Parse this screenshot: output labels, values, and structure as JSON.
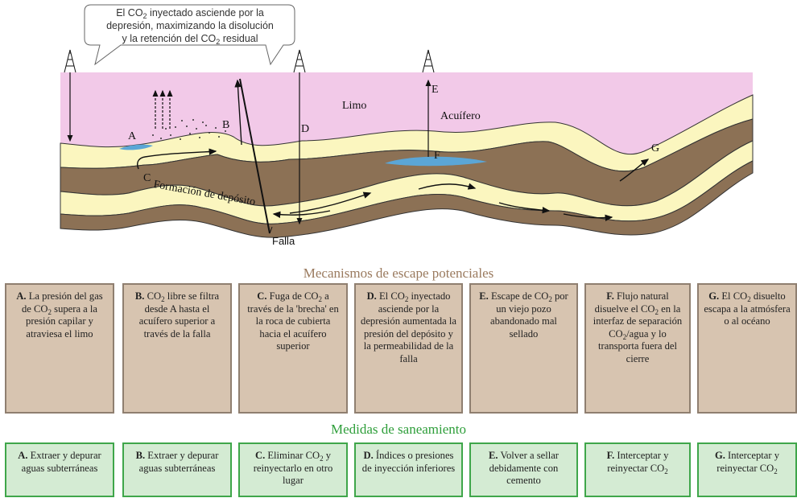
{
  "callout": {
    "line1_pre": "El CO",
    "line1_sub": "2",
    "line1_post": " inyectado asciende por la",
    "line2": "depresión, maximizando la disolución",
    "line3_pre": "y la retención del CO",
    "line3_sub": "2",
    "line3_post": " residual"
  },
  "diagram": {
    "labels": {
      "limo": "Limo",
      "acuifero": "Acuífero",
      "formacion": "Formación de depósito",
      "falla": "Falla",
      "A": "A",
      "B": "B",
      "C": "C",
      "D": "D",
      "E": "E",
      "F": "F",
      "G": "G"
    },
    "colors": {
      "limo": "#f2c9e8",
      "acuifero": "#fbf6bf",
      "formacion": "#8c7155",
      "co2": "#5ba6d6",
      "outline": "#222222"
    }
  },
  "mechanisms": {
    "title": "Mecanismos de escape potenciales",
    "title_color": "#9a7a5e",
    "items": [
      {
        "letter": "A.",
        "parts": [
          " La presión del gas de CO",
          "2",
          " supera a la presión capilar y atraviesa el limo"
        ]
      },
      {
        "letter": "B.",
        "parts": [
          " CO",
          "2",
          " libre se filtra desde A hasta el acuífero superior a través de la falla"
        ]
      },
      {
        "letter": "C.",
        "parts": [
          " Fuga de CO",
          "2",
          " a través de la 'brecha' en la roca de cubierta hacia el acuífero superior"
        ]
      },
      {
        "letter": "D.",
        "parts": [
          " El CO",
          "2",
          " inyectado asciende por la depresión aumentada la presión del depósito y la permeabilidad de la falla"
        ]
      },
      {
        "letter": "E.",
        "parts": [
          " Escape de CO",
          "2",
          " por un viejo pozo abandonado mal sellado"
        ]
      },
      {
        "letter": "F.",
        "parts": [
          " Flujo natural disuelve el CO",
          "2",
          " en la interfaz de separación CO",
          "2",
          "/agua y lo transporta fuera del cierre"
        ]
      },
      {
        "letter": "G.",
        "parts": [
          " El CO",
          "2",
          " disuelto escapa a la atmósfera o al océano"
        ]
      }
    ]
  },
  "remediation": {
    "title": "Medidas de saneamiento",
    "title_color": "#2e9e3a",
    "items": [
      {
        "letter": "A.",
        "parts": [
          " Extraer y depurar aguas subterráneas"
        ]
      },
      {
        "letter": "B.",
        "parts": [
          " Extraer y depurar aguas subterráneas"
        ]
      },
      {
        "letter": "C.",
        "parts": [
          " Eliminar CO",
          "2",
          " y reinyectarlo en otro lugar"
        ]
      },
      {
        "letter": "D.",
        "parts": [
          " Índices o presiones de inyección inferiores"
        ]
      },
      {
        "letter": "E.",
        "parts": [
          " Volver a sellar debidamente con cemento"
        ]
      },
      {
        "letter": "F.",
        "parts": [
          " Interceptar y reinyectar CO",
          "2",
          ""
        ]
      },
      {
        "letter": "G.",
        "parts": [
          " Interceptar y reinyectar CO",
          "2",
          ""
        ]
      }
    ]
  }
}
